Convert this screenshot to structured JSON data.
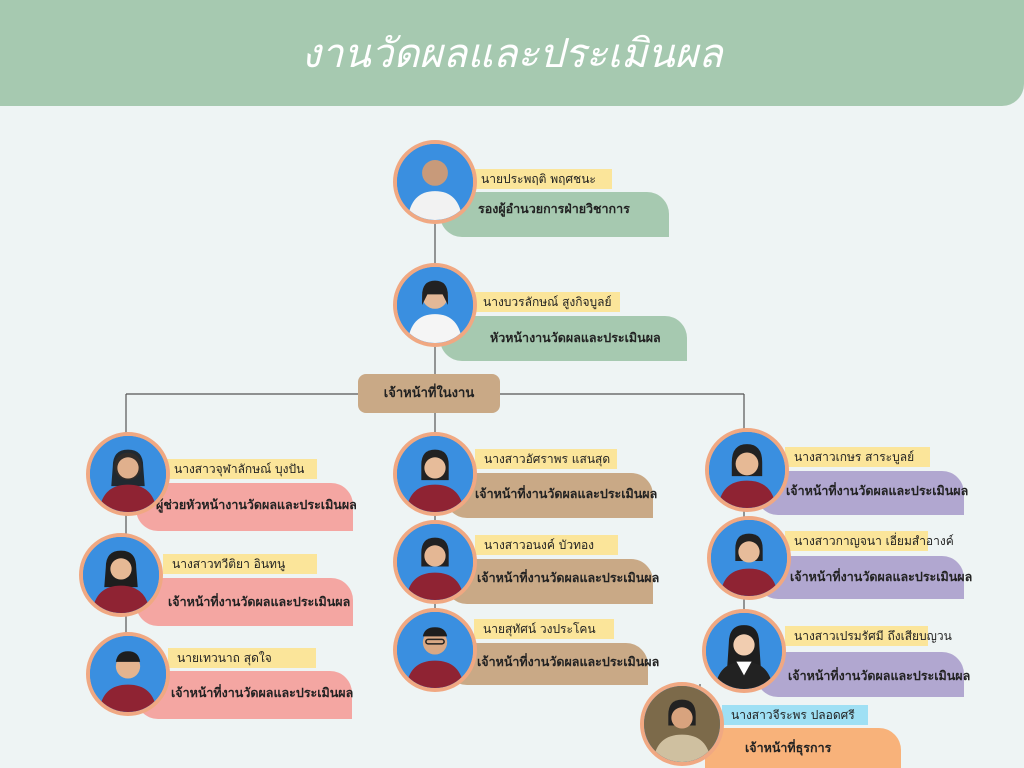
{
  "title": "งานวัดผลและประเมินผล",
  "staff_label": "เจ้าหน้าที่ในงาน",
  "colors": {
    "header": "#a6c9b0",
    "background": "#eef4f4",
    "name_strip": "#fbe59a",
    "name_strip_admin": "#9fe0f4",
    "box_green": "#a6c9b0",
    "box_pink": "#f4a6a2",
    "box_tan": "#c9a986",
    "box_lavender": "#b1a7d0",
    "box_orange": "#f8b27a",
    "photo_ring": "#f0a882"
  },
  "members": [
    {
      "id": "deputy",
      "name": "นายประพฤติ  พฤศชนะ",
      "role": "รองผู้อำนวยการฝ่ายวิชาการ",
      "photo": "portrait-photo"
    },
    {
      "id": "head",
      "name": "นางบวรลักษณ์ สูงกิจบูลย์",
      "role": "หัวหน้างานวัดผลและประเมินผล",
      "photo": "portrait-photo"
    },
    {
      "id": "l1",
      "name": "นางสาวจุฬาลักษณ์   บุงปัน",
      "role": "ผู้ช่วยหัวหน้างานวัดผลและประเมินผล",
      "photo": "portrait-photo"
    },
    {
      "id": "l2",
      "name": "นางสาวทวีติยา   อินทนู",
      "role": "เจ้าหน้าที่งานวัดผลและประเมินผล",
      "photo": "portrait-photo"
    },
    {
      "id": "l3",
      "name": "นายเทวนาถ   สุดใจ",
      "role": "เจ้าหน้าที่งานวัดผลและประเมินผล",
      "photo": "portrait-photo"
    },
    {
      "id": "m1",
      "name": "นางสาวอัศราพร   แสนสุด",
      "role": "เจ้าหน้าที่งานวัดผลและประเมินผล",
      "photo": "portrait-photo"
    },
    {
      "id": "m2",
      "name": "นางสาวอนงค์   บัวทอง",
      "role": "เจ้าหน้าที่งานวัดผลและประเมินผล",
      "photo": "portrait-photo"
    },
    {
      "id": "m3",
      "name": "นายสุทัศน์   วงประโคน",
      "role": "เจ้าหน้าที่งานวัดผลและประเมินผล",
      "photo": "portrait-photo"
    },
    {
      "id": "r1",
      "name": "นางสาวเกษร    สาระบูลย์",
      "role": "เจ้าหน้าที่งานวัดผลและประเมินผล",
      "photo": "portrait-photo"
    },
    {
      "id": "r2",
      "name": "นางสาวกาญจนา  เอี่ยมสำอางค์",
      "role": "เจ้าหน้าที่งานวัดผลและประเมินผล",
      "photo": "portrait-photo"
    },
    {
      "id": "r3",
      "name": "นางสาวเปรมรัศมี  ถึงเสียบญวน",
      "role": "เจ้าหน้าที่งานวัดผลและประเมินผล",
      "photo": "portrait-photo"
    },
    {
      "id": "r4",
      "name": "นางสาวจีระพร   ปลอดศรี",
      "role": "เจ้าหน้าที่ธุรการ",
      "photo": "portrait-photo"
    }
  ]
}
